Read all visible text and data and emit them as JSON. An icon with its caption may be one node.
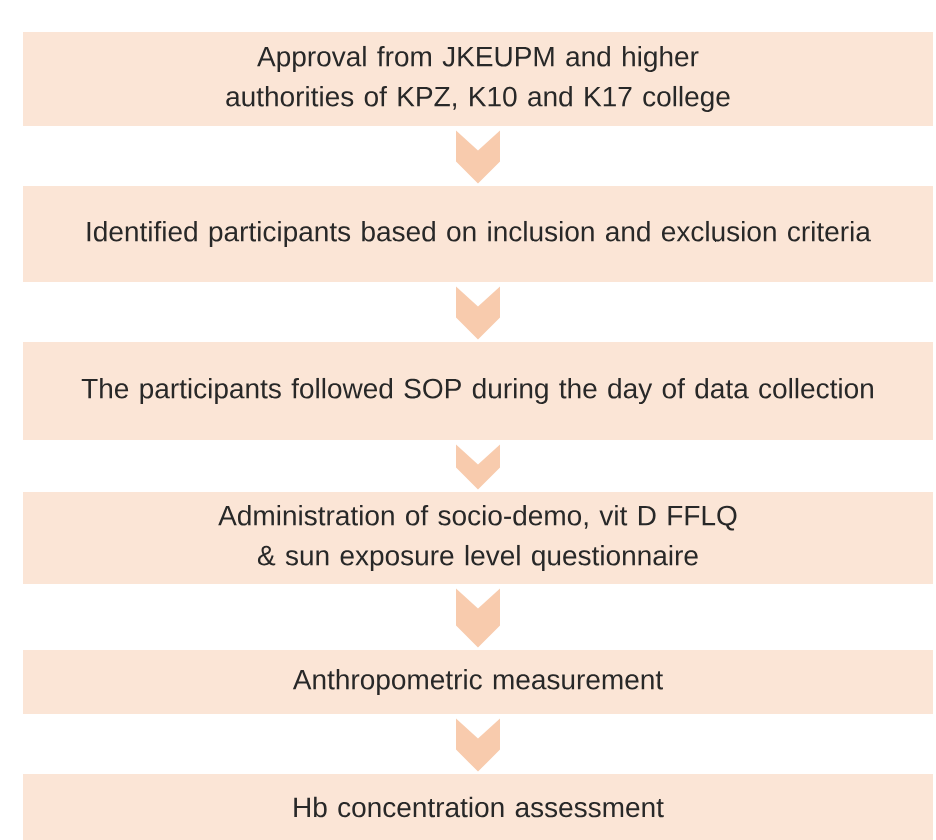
{
  "diagram": {
    "nodes": [
      {
        "text": [
          "Approval from JKEUPM and higher authorities of KPZ, K10 and K17 college"
        ]
      },
      {
        "text": [
          "Identified participants based on inclusion and exclusion criteria"
        ]
      },
      {
        "text": [
          "The participants followed SOP during the day of data collection"
        ]
      },
      {
        "text": [
          "Administration of socio-demo, vit D FFLQ & sun exposure level questionnaire"
        ]
      },
      {
        "text": [
          "Anthropometric measurement"
        ]
      },
      {
        "text": [
          "Hb concentration assessment"
        ]
      }
    ],
    "edges": [
      {
        "from": 0,
        "to": 1,
        "arrow": "to"
      },
      {
        "from": 1,
        "to": 2,
        "arrow": "to"
      },
      {
        "from": 2,
        "to": 3,
        "arrow": "to"
      },
      {
        "from": 3,
        "to": 4,
        "arrow": "to"
      },
      {
        "from": 4,
        "to": 5,
        "arrow": "to"
      }
    ]
  }
}
